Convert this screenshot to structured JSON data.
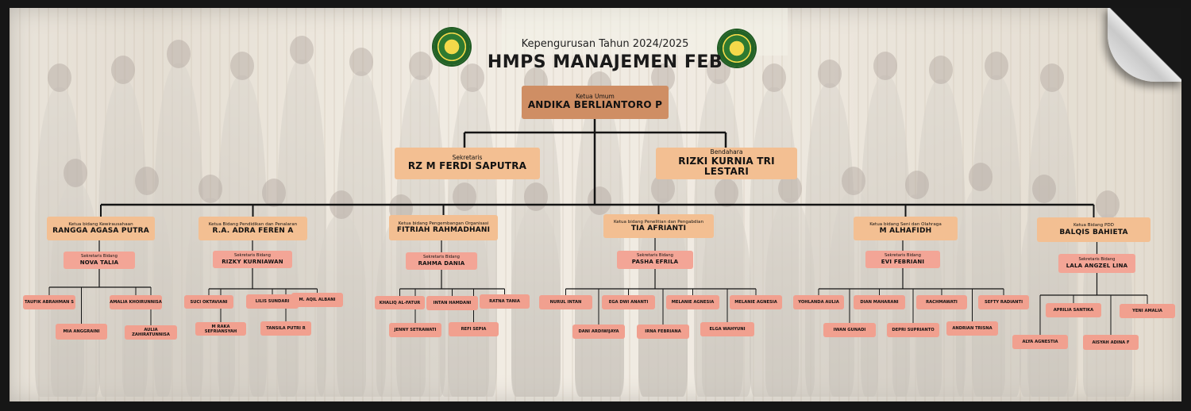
{
  "header": {
    "subtitle": "Kepengurusan Tahun 2024/2025",
    "title": "HMPS MANAJEMEN FEB",
    "logo_icon": "university-seal-icon"
  },
  "chairman": {
    "role": "Ketua Umum",
    "name": "ANDIKA BERLIANTORO P"
  },
  "secretary": {
    "role": "Sekretaris",
    "name": "RZ M FERDI SAPUTRA"
  },
  "treasurer": {
    "role": "Bendahara",
    "name": "RIZKI KURNIA TRI LESTARI"
  },
  "divisions": [
    {
      "role": "Ketua bidang Kewirausahaan",
      "head": "RANGGA AGASA PUTRA",
      "sec_role": "Sekretaris Bidang",
      "secretary": "NOVA TALIA",
      "members": [
        "TAUFIK ABRAHMAN S",
        "AMALIA KHOIRUNNISA",
        "MIA ANGGRAINI",
        "AULIA ZAHIRATUNNISA"
      ]
    },
    {
      "role": "Ketua Bidang Pendidikan dan Penalaran",
      "head": "R.A. ADRA FEREN A",
      "sec_role": "Sekretaris Bidang",
      "secretary": "RIZKY KURNIAWAN",
      "members": [
        "SUCI OKTAVIANI",
        "LILIS SUNDARI",
        "M. AQIL ALBANI",
        "M RAKA SEFRIANSYAH",
        "TANSILA PUTRI R"
      ]
    },
    {
      "role": "Ketua bidang Pengembangan Organisasi",
      "head": "FITRIAH RAHMADHANI",
      "sec_role": "Sekretaris Bidang",
      "secretary": "RAHMA DANIA",
      "members": [
        "KHALIQ AL-FATUR",
        "INTAN HAMDANI",
        "RATNA TANIA",
        "JENNY SETRAWATI",
        "REFI SEPIA"
      ]
    },
    {
      "role": "Ketua bidang Penelitian dan Pengabdian",
      "head": "TIA AFRIANTI",
      "sec_role": "Sekretaris Bidang",
      "secretary": "PASHA EFRILA",
      "members": [
        "NURUL INTAN",
        "EGA DWI ANANTI",
        "MELANIE AGNESIA",
        "MELANIE AGNESIA",
        "DANI ARDIWIJAYA",
        "IRNA FEBRIANA",
        "ELGA WAHYUNI"
      ]
    },
    {
      "role": "Ketua bidang Seni dan Olahraga",
      "head": "M ALHAFIDH",
      "sec_role": "Sekretaris Bidang",
      "secretary": "EVI FEBRIANI",
      "members": [
        "YOHLANDA AULIA",
        "DIAN MAHARANI",
        "RACHMAWATI",
        "SEFTY RADIANTI",
        "IWAN GUNADI",
        "DEPRI SUPRIANTO",
        "ANDRIAN TRISNA"
      ]
    },
    {
      "role": "Ketua Bidang PDD",
      "head": "BALQIS BAHIETA",
      "sec_role": "Sekretaris Bidang",
      "secretary": "LALA ANGZEL LINA",
      "members": [
        "APRILIA SANTIKA",
        "YENI AMALIA",
        "ALYA AGNESTIA",
        "AISYAH ADINA F"
      ]
    }
  ]
}
